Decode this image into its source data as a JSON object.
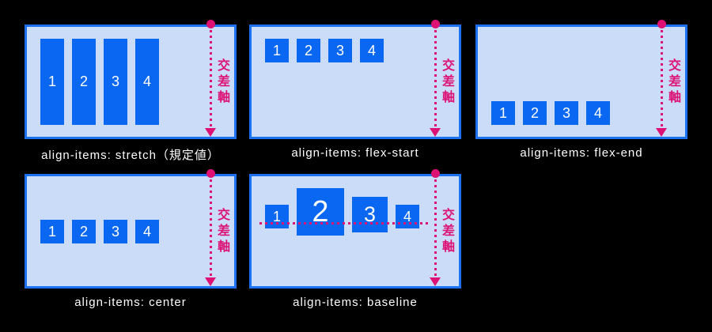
{
  "cross_axis_label": "交差軸",
  "colors": {
    "background": "#000000",
    "container_fill": "#cbdcf9",
    "container_border": "#1c70f2",
    "item_blue": "#0a67f2",
    "item_text": "#ffffff",
    "axis_pink": "#dd1074",
    "caption_text": "#ffffff"
  },
  "panels": [
    {
      "name": "stretch",
      "caption": "align-items: stretch（規定値）",
      "items": [
        "1",
        "2",
        "3",
        "4"
      ]
    },
    {
      "name": "flex-start",
      "caption": "align-items: flex-start",
      "items": [
        "1",
        "2",
        "3",
        "4"
      ]
    },
    {
      "name": "flex-end",
      "caption": "align-items: flex-end",
      "items": [
        "1",
        "2",
        "3",
        "4"
      ]
    },
    {
      "name": "center",
      "caption": "align-items: center",
      "items": [
        "1",
        "2",
        "3",
        "4"
      ]
    },
    {
      "name": "baseline",
      "caption": "align-items: baseline",
      "items": [
        "1",
        "2",
        "3",
        "4"
      ]
    }
  ]
}
